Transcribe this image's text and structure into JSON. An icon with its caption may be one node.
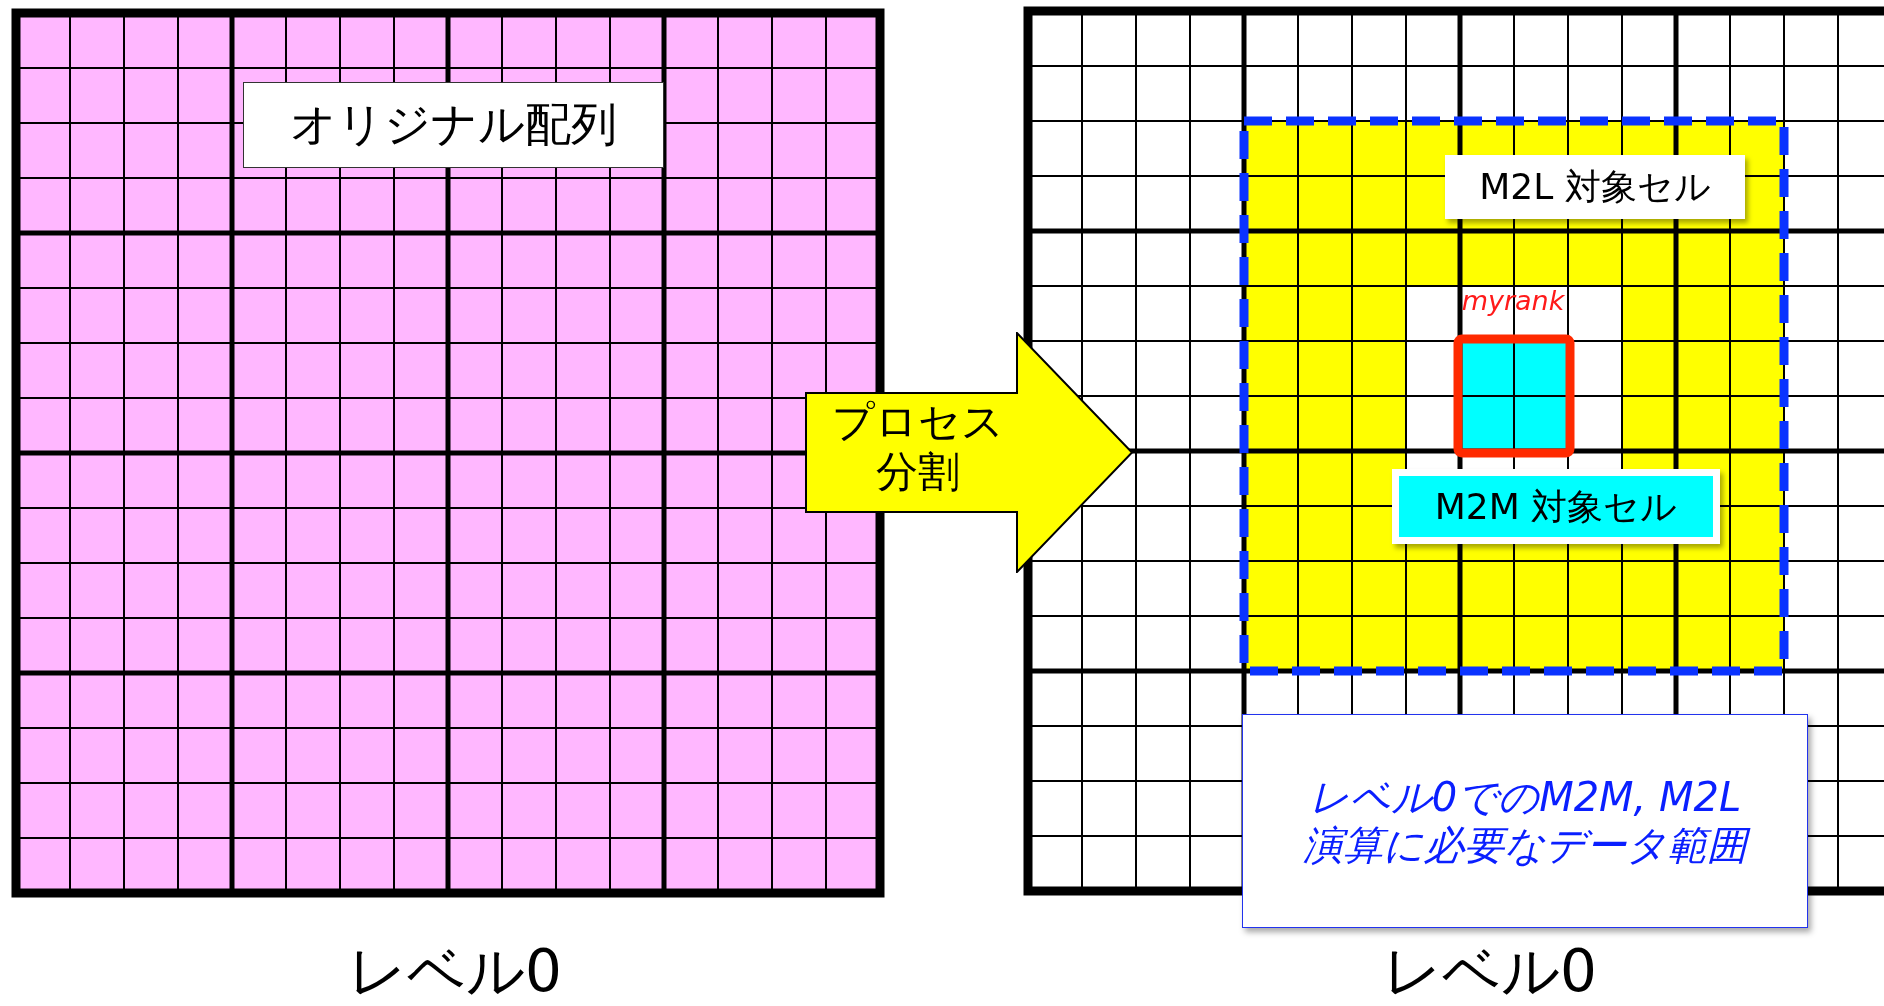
{
  "diagram": {
    "nodes": [
      {
        "text": [
          "オリジナル配列"
        ]
      },
      {
        "text": [
          "プロセス分割"
        ]
      },
      {
        "text": [
          "M2L 対象セル"
        ]
      },
      {
        "text": [
          "M2M 対象セル"
        ]
      },
      {
        "text": [
          "レベル0でのM2M, M2L演算に必要なデータ範囲"
        ]
      }
    ],
    "labels": [
      "myrank",
      "レベル0",
      "レベル0"
    ]
  }
}
